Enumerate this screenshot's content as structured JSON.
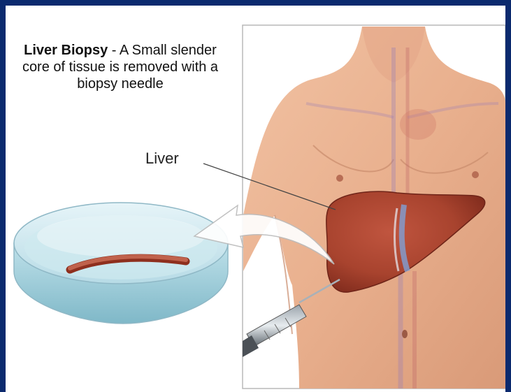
{
  "caption": {
    "title": "Liver Biopsy",
    "rest": " - A Small slender core of tissue is removed with a biopsy needle"
  },
  "labels": {
    "liver": "Liver"
  }
}
